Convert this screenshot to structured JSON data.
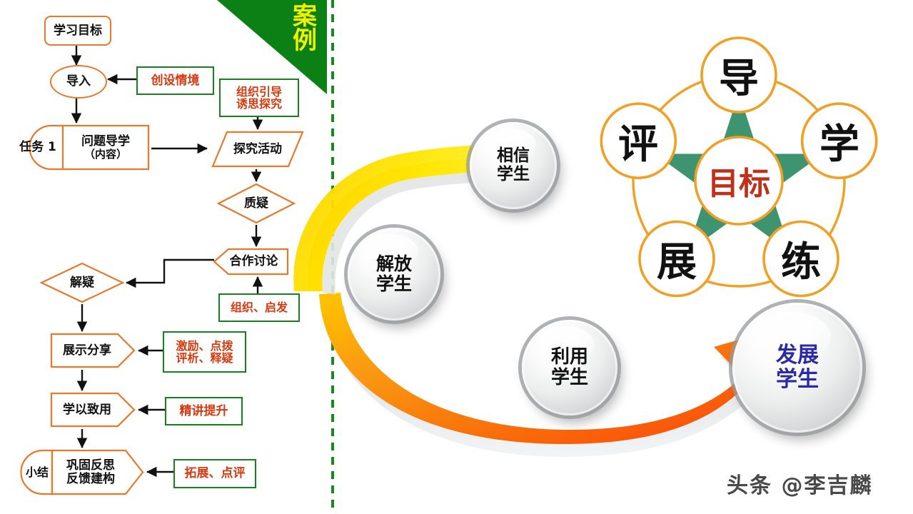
{
  "slide": {
    "banner_label": "案例",
    "divider": "dashed-vertical-green-line",
    "watermark": "头条 @李吉麟",
    "colors": {
      "orange_outline": "#E8792B",
      "green_outline": "#19801E",
      "annotation_red": "#D63A11",
      "banner_green": "#0B8014",
      "banner_yellow": "#F2F000",
      "star_green": "#3E9370",
      "star_circle_orange": "#F2A024",
      "target_red": "#C0301A",
      "ribbon_yellow": "#FFE400",
      "ribbon_orange": "#F78A0C",
      "ribbon_red_orange": "#FA4E09",
      "sphere_text_blue": "#2A2AA8"
    }
  },
  "flowchart": {
    "nodes": [
      {
        "id": "n1",
        "label": "学习目标",
        "shape": "rounded-rect"
      },
      {
        "id": "n2",
        "label": "导入",
        "shape": "ellipse"
      },
      {
        "id": "n3a",
        "label": "任务 1",
        "shape": "capsule-left"
      },
      {
        "id": "n3b",
        "label_line1": "问题导学",
        "label_line2": "（内容）",
        "shape": "rect"
      },
      {
        "id": "n4",
        "label": "探究活动",
        "shape": "parallelogram"
      },
      {
        "id": "n5",
        "label": "质疑",
        "shape": "diamond"
      },
      {
        "id": "n6",
        "label": "合作讨论",
        "shape": "chevron-left"
      },
      {
        "id": "n7",
        "label": "解疑",
        "shape": "diamond"
      },
      {
        "id": "n8",
        "label": "展示分享",
        "shape": "chevron-right"
      },
      {
        "id": "n9",
        "label": "学以致用",
        "shape": "chevron-right"
      },
      {
        "id": "n10a",
        "label": "小结",
        "shape": "capsule-left"
      },
      {
        "id": "n10b",
        "label_line1": "巩固反思",
        "label_line2": "反馈建构",
        "shape": "chevron-right"
      }
    ],
    "annotations": [
      {
        "id": "a1",
        "lines": [
          "创设情境"
        ]
      },
      {
        "id": "a2",
        "lines": [
          "组织引导",
          "诱思探究"
        ]
      },
      {
        "id": "a3",
        "lines": [
          "组织、启发"
        ]
      },
      {
        "id": "a4",
        "lines": [
          "激励、点拨",
          "评析、释疑"
        ]
      },
      {
        "id": "a5",
        "lines": [
          "精讲提升"
        ]
      },
      {
        "id": "a6",
        "lines": [
          "拓展、点评"
        ]
      }
    ]
  },
  "spheres": [
    {
      "id": "s1",
      "line1": "相信",
      "line2": "学生",
      "color": "black"
    },
    {
      "id": "s2",
      "line1": "解放",
      "line2": "学生",
      "color": "black"
    },
    {
      "id": "s3",
      "line1": "利用",
      "line2": "学生",
      "color": "black"
    },
    {
      "id": "s4",
      "line1": "发展",
      "line2": "学生",
      "color": "blue"
    }
  ],
  "star_diagram": {
    "center_label": "目标",
    "outer_labels": [
      {
        "pos": "top",
        "label": "导"
      },
      {
        "pos": "upper-right",
        "label": "学"
      },
      {
        "pos": "lower-right",
        "label": "练"
      },
      {
        "pos": "lower-left",
        "label": "展"
      },
      {
        "pos": "upper-left",
        "label": "评"
      }
    ]
  }
}
